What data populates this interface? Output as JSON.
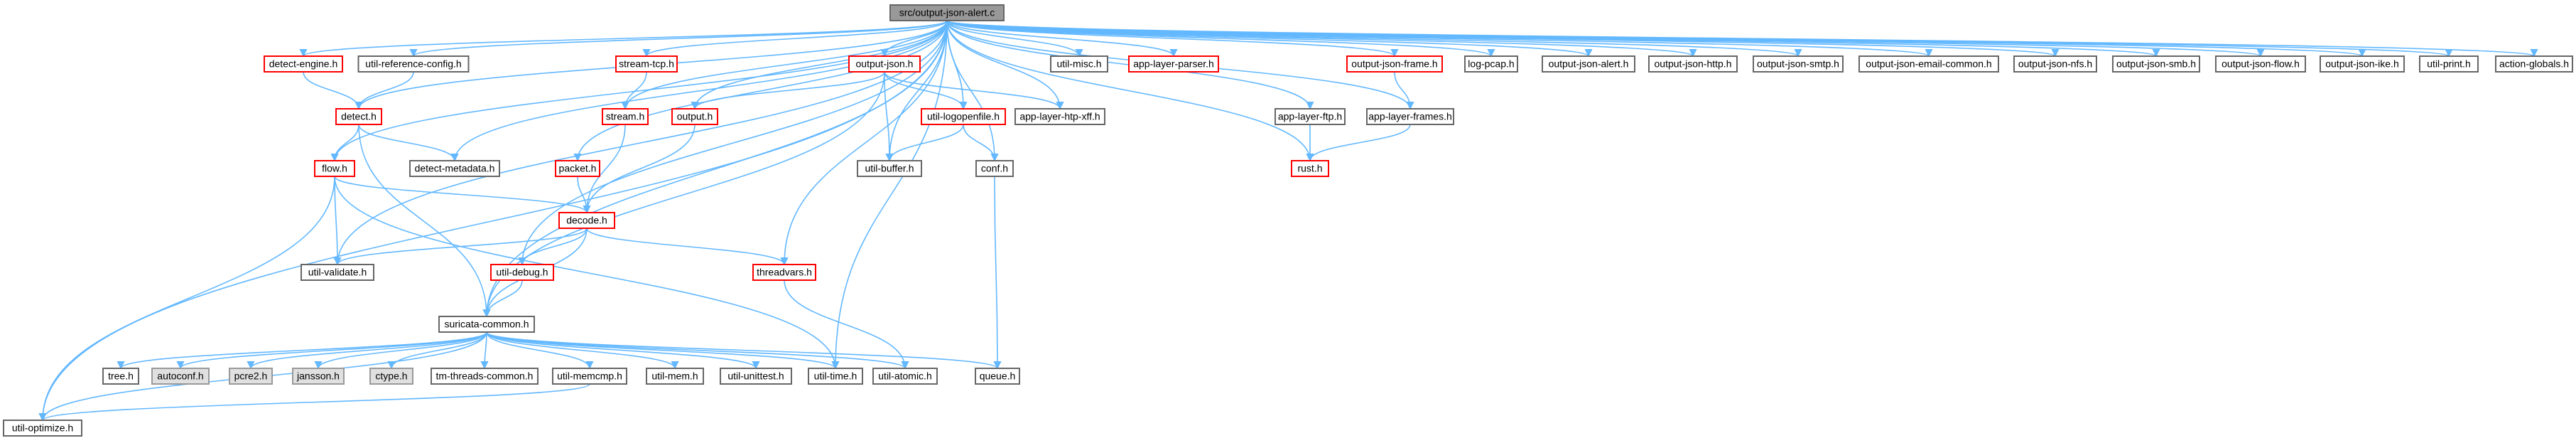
{
  "colors": {
    "edge": "#63b8ff",
    "root_fill": "#999999",
    "root_stroke": "#666666",
    "normal_stroke": "#666666",
    "normal_fill": "#ffffff",
    "linked_stroke": "#ff0000",
    "external_fill": "#e0e0e0",
    "external_stroke": "#999999"
  },
  "nodes": [
    {
      "id": "root",
      "label": "src/output-json-alert.c",
      "style": "root"
    },
    {
      "id": "util-optimize",
      "label": "util-optimize.h",
      "style": "normal"
    },
    {
      "id": "detect-engine",
      "label": "detect-engine.h",
      "style": "linked"
    },
    {
      "id": "util-reference-config",
      "label": "util-reference-config.h",
      "style": "normal"
    },
    {
      "id": "detect",
      "label": "detect.h",
      "style": "linked"
    },
    {
      "id": "flow",
      "label": "flow.h",
      "style": "linked"
    },
    {
      "id": "detect-metadata",
      "label": "detect-metadata.h",
      "style": "normal"
    },
    {
      "id": "util-validate",
      "label": "util-validate.h",
      "style": "normal"
    },
    {
      "id": "decode",
      "label": "decode.h",
      "style": "linked"
    },
    {
      "id": "util-debug",
      "label": "util-debug.h",
      "style": "linked"
    },
    {
      "id": "suricata-common",
      "label": "suricata-common.h",
      "style": "normal"
    },
    {
      "id": "stream-tcp",
      "label": "stream-tcp.h",
      "style": "linked"
    },
    {
      "id": "stream",
      "label": "stream.h",
      "style": "linked"
    },
    {
      "id": "packet",
      "label": "packet.h",
      "style": "linked"
    },
    {
      "id": "output",
      "label": "output.h",
      "style": "linked"
    },
    {
      "id": "output-json",
      "label": "output-json.h",
      "style": "linked"
    },
    {
      "id": "util-logopenfile",
      "label": "util-logopenfile.h",
      "style": "linked"
    },
    {
      "id": "app-layer-htp-xff",
      "label": "app-layer-htp-xff.h",
      "style": "normal"
    },
    {
      "id": "util-buffer",
      "label": "util-buffer.h",
      "style": "normal"
    },
    {
      "id": "conf",
      "label": "conf.h",
      "style": "normal"
    },
    {
      "id": "threadvars",
      "label": "threadvars.h",
      "style": "linked"
    },
    {
      "id": "util-misc",
      "label": "util-misc.h",
      "style": "normal"
    },
    {
      "id": "app-layer-parser",
      "label": "app-layer-parser.h",
      "style": "linked"
    },
    {
      "id": "app-layer-ftp",
      "label": "app-layer-ftp.h",
      "style": "normal"
    },
    {
      "id": "output-json-frame",
      "label": "output-json-frame.h",
      "style": "linked"
    },
    {
      "id": "app-layer-frames",
      "label": "app-layer-frames.h",
      "style": "normal"
    },
    {
      "id": "rust",
      "label": "rust.h",
      "style": "linked"
    },
    {
      "id": "log-pcap",
      "label": "log-pcap.h",
      "style": "normal"
    },
    {
      "id": "output-json-alert",
      "label": "output-json-alert.h",
      "style": "normal"
    },
    {
      "id": "output-json-http",
      "label": "output-json-http.h",
      "style": "normal"
    },
    {
      "id": "output-json-smtp",
      "label": "output-json-smtp.h",
      "style": "normal"
    },
    {
      "id": "output-json-email-common",
      "label": "output-json-email-common.h",
      "style": "normal"
    },
    {
      "id": "output-json-nfs",
      "label": "output-json-nfs.h",
      "style": "normal"
    },
    {
      "id": "output-json-smb",
      "label": "output-json-smb.h",
      "style": "normal"
    },
    {
      "id": "output-json-flow",
      "label": "output-json-flow.h",
      "style": "normal"
    },
    {
      "id": "output-json-ike",
      "label": "output-json-ike.h",
      "style": "normal"
    },
    {
      "id": "util-print",
      "label": "util-print.h",
      "style": "normal"
    },
    {
      "id": "action-globals",
      "label": "action-globals.h",
      "style": "normal"
    },
    {
      "id": "tree",
      "label": "tree.h",
      "style": "normal"
    },
    {
      "id": "autoconf",
      "label": "autoconf.h",
      "style": "external"
    },
    {
      "id": "pcre2",
      "label": "pcre2.h",
      "style": "external"
    },
    {
      "id": "jansson",
      "label": "jansson.h",
      "style": "external"
    },
    {
      "id": "ctype",
      "label": "ctype.h",
      "style": "external"
    },
    {
      "id": "tm-threads-common",
      "label": "tm-threads-common.h",
      "style": "normal"
    },
    {
      "id": "util-memcmp",
      "label": "util-memcmp.h",
      "style": "normal"
    },
    {
      "id": "util-mem",
      "label": "util-mem.h",
      "style": "normal"
    },
    {
      "id": "util-unittest",
      "label": "util-unittest.h",
      "style": "normal"
    },
    {
      "id": "util-time",
      "label": "util-time.h",
      "style": "normal"
    },
    {
      "id": "util-atomic",
      "label": "util-atomic.h",
      "style": "normal"
    },
    {
      "id": "queue",
      "label": "queue.h",
      "style": "normal"
    }
  ],
  "edges": [
    [
      "root",
      "util-optimize"
    ],
    [
      "root",
      "detect-engine"
    ],
    [
      "root",
      "util-reference-config"
    ],
    [
      "root",
      "detect"
    ],
    [
      "root",
      "flow"
    ],
    [
      "root",
      "detect-metadata"
    ],
    [
      "root",
      "util-validate"
    ],
    [
      "root",
      "suricata-common"
    ],
    [
      "root",
      "util-debug"
    ],
    [
      "root",
      "stream-tcp"
    ],
    [
      "root",
      "stream"
    ],
    [
      "root",
      "packet"
    ],
    [
      "root",
      "output"
    ],
    [
      "root",
      "output-json"
    ],
    [
      "root",
      "util-logopenfile"
    ],
    [
      "root",
      "app-layer-htp-xff"
    ],
    [
      "root",
      "util-buffer"
    ],
    [
      "root",
      "conf"
    ],
    [
      "root",
      "threadvars"
    ],
    [
      "root",
      "util-misc"
    ],
    [
      "root",
      "app-layer-parser"
    ],
    [
      "root",
      "app-layer-ftp"
    ],
    [
      "root",
      "output-json-frame"
    ],
    [
      "root",
      "app-layer-frames"
    ],
    [
      "root",
      "rust"
    ],
    [
      "root",
      "log-pcap"
    ],
    [
      "root",
      "output-json-alert"
    ],
    [
      "root",
      "output-json-http"
    ],
    [
      "root",
      "output-json-smtp"
    ],
    [
      "root",
      "output-json-email-common"
    ],
    [
      "root",
      "output-json-nfs"
    ],
    [
      "root",
      "output-json-smb"
    ],
    [
      "root",
      "output-json-flow"
    ],
    [
      "root",
      "output-json-ike"
    ],
    [
      "root",
      "util-print"
    ],
    [
      "root",
      "action-globals"
    ],
    [
      "root",
      "util-time"
    ],
    [
      "detect-engine",
      "detect"
    ],
    [
      "util-reference-config",
      "detect"
    ],
    [
      "detect",
      "flow"
    ],
    [
      "detect",
      "detect-metadata"
    ],
    [
      "detect",
      "suricata-common"
    ],
    [
      "flow",
      "decode"
    ],
    [
      "flow",
      "util-validate"
    ],
    [
      "flow",
      "util-optimize"
    ],
    [
      "flow",
      "util-time"
    ],
    [
      "decode",
      "util-validate"
    ],
    [
      "decode",
      "util-debug"
    ],
    [
      "decode",
      "suricata-common"
    ],
    [
      "decode",
      "threadvars"
    ],
    [
      "util-debug",
      "suricata-common"
    ],
    [
      "stream-tcp",
      "stream"
    ],
    [
      "stream",
      "decode"
    ],
    [
      "packet",
      "decode"
    ],
    [
      "output",
      "decode"
    ],
    [
      "output-json",
      "output"
    ],
    [
      "output-json",
      "util-logopenfile"
    ],
    [
      "output-json",
      "app-layer-htp-xff"
    ],
    [
      "output-json",
      "util-buffer"
    ],
    [
      "output-json",
      "suricata-common"
    ],
    [
      "util-logopenfile",
      "util-buffer"
    ],
    [
      "util-logopenfile",
      "conf"
    ],
    [
      "conf",
      "queue"
    ],
    [
      "threadvars",
      "util-atomic"
    ],
    [
      "app-layer-ftp",
      "rust"
    ],
    [
      "output-json-frame",
      "app-layer-frames"
    ],
    [
      "app-layer-frames",
      "rust"
    ],
    [
      "suricata-common",
      "tree"
    ],
    [
      "suricata-common",
      "autoconf"
    ],
    [
      "suricata-common",
      "pcre2"
    ],
    [
      "suricata-common",
      "jansson"
    ],
    [
      "suricata-common",
      "ctype"
    ],
    [
      "suricata-common",
      "tm-threads-common"
    ],
    [
      "suricata-common",
      "util-memcmp"
    ],
    [
      "suricata-common",
      "util-mem"
    ],
    [
      "suricata-common",
      "util-unittest"
    ],
    [
      "suricata-common",
      "util-time"
    ],
    [
      "suricata-common",
      "util-atomic"
    ],
    [
      "suricata-common",
      "queue"
    ],
    [
      "suricata-common",
      "util-optimize"
    ],
    [
      "util-memcmp",
      "util-optimize"
    ]
  ]
}
